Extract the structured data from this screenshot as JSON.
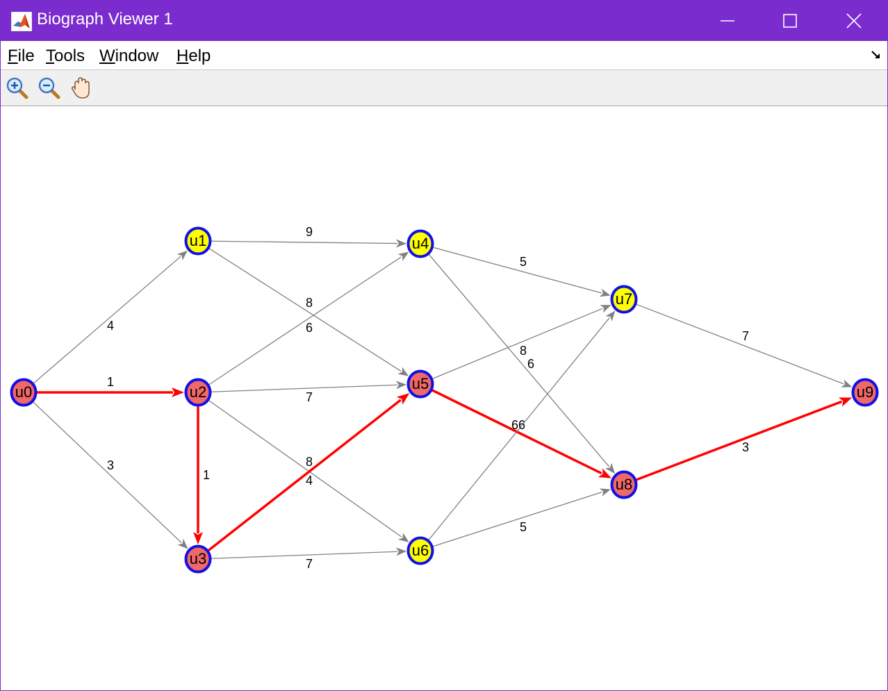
{
  "window": {
    "title": "Biograph Viewer 1",
    "app_icon": "matlab-logo-icon",
    "controls": [
      "minimize-icon",
      "maximize-icon",
      "close-icon"
    ]
  },
  "menu": {
    "file": {
      "mnemonic": "F",
      "rest": "ile"
    },
    "tools": {
      "mnemonic": "T",
      "rest": "ools"
    },
    "window": {
      "mnemonic": "W",
      "rest": "indow"
    },
    "help": {
      "mnemonic": "H",
      "rest": "elp"
    }
  },
  "toolbar": {
    "tools": [
      "zoom-in-icon",
      "zoom-out-icon",
      "pan-hand-icon"
    ]
  },
  "colors": {
    "titlebar": "#7b2cce",
    "node_border": "#1010e8",
    "node_path_fill": "#f06868",
    "node_other_fill": "#ffff00",
    "edge_default": "#808080",
    "edge_path": "#ff0000"
  },
  "graph": {
    "nodes": [
      {
        "id": "u0",
        "label": "u0",
        "on_path": true
      },
      {
        "id": "u1",
        "label": "u1",
        "on_path": false
      },
      {
        "id": "u2",
        "label": "u2",
        "on_path": true
      },
      {
        "id": "u3",
        "label": "u3",
        "on_path": true
      },
      {
        "id": "u4",
        "label": "u4",
        "on_path": false
      },
      {
        "id": "u5",
        "label": "u5",
        "on_path": true
      },
      {
        "id": "u6",
        "label": "u6",
        "on_path": false
      },
      {
        "id": "u7",
        "label": "u7",
        "on_path": false
      },
      {
        "id": "u8",
        "label": "u8",
        "on_path": true
      },
      {
        "id": "u9",
        "label": "u9",
        "on_path": true
      }
    ],
    "edges": [
      {
        "from": "u0",
        "to": "u1",
        "weight": "4",
        "on_path": false
      },
      {
        "from": "u0",
        "to": "u2",
        "weight": "1",
        "on_path": true
      },
      {
        "from": "u0",
        "to": "u3",
        "weight": "3",
        "on_path": false
      },
      {
        "from": "u1",
        "to": "u4",
        "weight": "9",
        "on_path": false
      },
      {
        "from": "u1",
        "to": "u5",
        "weight": "8",
        "on_path": false
      },
      {
        "from": "u2",
        "to": "u3",
        "weight": "1",
        "on_path": true
      },
      {
        "from": "u2",
        "to": "u4",
        "weight": "6",
        "on_path": false
      },
      {
        "from": "u2",
        "to": "u5",
        "weight": "7",
        "on_path": false
      },
      {
        "from": "u2",
        "to": "u6",
        "weight": "8",
        "on_path": false
      },
      {
        "from": "u3",
        "to": "u5",
        "weight": "4",
        "on_path": true
      },
      {
        "from": "u3",
        "to": "u6",
        "weight": "7",
        "on_path": false
      },
      {
        "from": "u4",
        "to": "u7",
        "weight": "5",
        "on_path": false
      },
      {
        "from": "u4",
        "to": "u8",
        "weight": "6",
        "on_path": false
      },
      {
        "from": "u5",
        "to": "u7",
        "weight": "8",
        "on_path": false
      },
      {
        "from": "u5",
        "to": "u8",
        "weight": "6",
        "on_path": true
      },
      {
        "from": "u6",
        "to": "u7",
        "weight": "6",
        "on_path": false
      },
      {
        "from": "u6",
        "to": "u8",
        "weight": "5",
        "on_path": false
      },
      {
        "from": "u7",
        "to": "u9",
        "weight": "7",
        "on_path": false
      },
      {
        "from": "u8",
        "to": "u9",
        "weight": "3",
        "on_path": true
      }
    ]
  }
}
